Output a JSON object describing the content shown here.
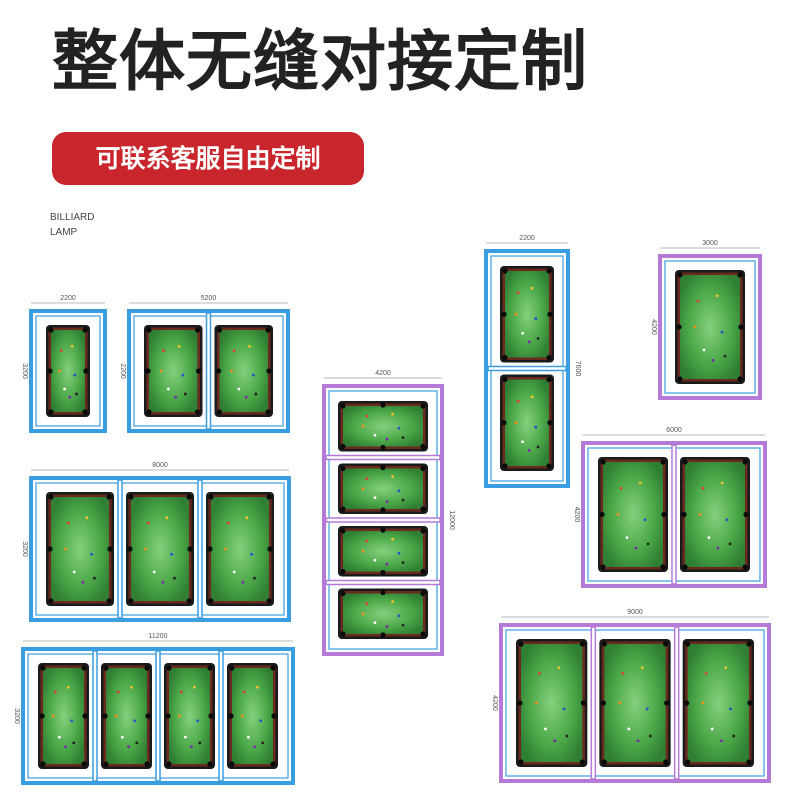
{
  "headline": "整体无缝对接定制",
  "badge": "可联系客服自由定制",
  "side_label": [
    "BILLIARD",
    "LAMP"
  ],
  "colors": {
    "badge_red": "#c8262c",
    "frame_blue": "#3a9de0",
    "frame_purple": "#b57ad6",
    "felt_green": "#3e9a3e",
    "rail_wood": "#6b2a1e"
  },
  "layouts": [
    {
      "name": "single-table",
      "frame": "blue",
      "tables": 1,
      "arrangement": "row",
      "width_label": "2200",
      "height_label": "3200"
    },
    {
      "name": "two-table-row",
      "frame": "blue",
      "tables": 2,
      "arrangement": "row",
      "width_label": "5200",
      "height_label": "2200"
    },
    {
      "name": "three-table-row",
      "frame": "blue",
      "tables": 3,
      "arrangement": "row",
      "width_label": "8000",
      "height_label": "3200"
    },
    {
      "name": "four-table-row",
      "frame": "blue",
      "tables": 4,
      "arrangement": "row",
      "width_label": "11200",
      "height_label": "3200"
    },
    {
      "name": "four-table-column",
      "frame": "purple",
      "tables": 4,
      "arrangement": "column",
      "width_label": "4200",
      "height_label": "12000"
    },
    {
      "name": "two-table-column",
      "frame": "blue",
      "tables": 2,
      "arrangement": "column",
      "width_label": "2200",
      "height_label": "7600"
    },
    {
      "name": "single-table-purple",
      "frame": "purple",
      "tables": 1,
      "arrangement": "row",
      "width_label": "3000",
      "height_label": "4200"
    },
    {
      "name": "two-table-row-purple",
      "frame": "purple",
      "tables": 2,
      "arrangement": "row",
      "width_label": "6000",
      "height_label": "4200"
    },
    {
      "name": "three-table-row-purple",
      "frame": "purple",
      "tables": 3,
      "arrangement": "row",
      "width_label": "9000",
      "height_label": "4200"
    }
  ]
}
